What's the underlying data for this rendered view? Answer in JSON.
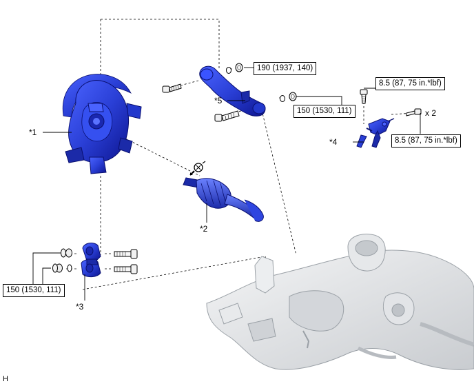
{
  "callouts": {
    "c1": "*1",
    "c2": "*2",
    "c3": "*3",
    "c4": "*4",
    "c5": "*5"
  },
  "torques": {
    "t_upper_arm_top": "190 (1937, 140)",
    "t_upper_arm_bottom": "150 (1530, 111)",
    "t_bracket_top": "8.5 (87, 75 in.*lbf)",
    "t_bracket_right": "8.5 (87, 75 in.*lbf)",
    "t_link": "150 (1530, 111)"
  },
  "quantity": "x 2",
  "corner_letter": "H",
  "colors": {
    "part_blue": "#2a3fd6",
    "part_blue_dark": "#10189a",
    "frame_gray": "#d8dadd",
    "line": "#000000"
  },
  "icons": {
    "grease": "grease-symbol-icon"
  }
}
